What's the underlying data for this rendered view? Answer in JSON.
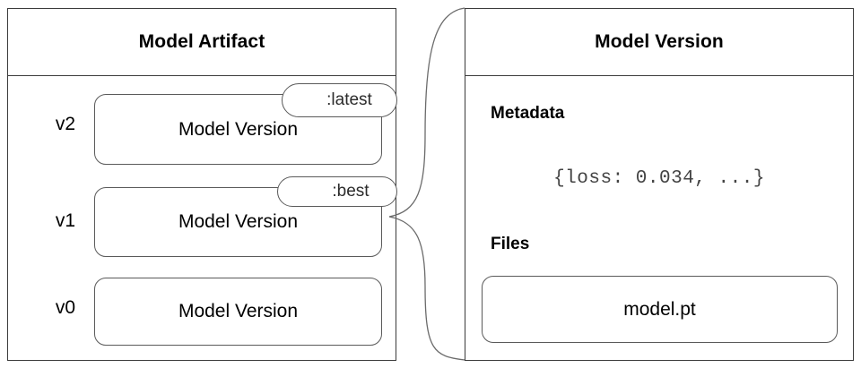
{
  "diagram": {
    "type": "two-panel-zoom-detail",
    "background_color": "#ffffff",
    "stroke_color": "#3b3b3b",
    "inner_stroke_color": "#5a5a5a"
  },
  "left_panel": {
    "title": "Model Artifact",
    "versions": [
      {
        "version_label": "v2",
        "box_label": "Model Version",
        "tag": ":latest"
      },
      {
        "version_label": "v1",
        "box_label": "Model Version",
        "tag": ":best"
      },
      {
        "version_label": "v0",
        "box_label": "Model Version",
        "tag": null
      }
    ]
  },
  "right_panel": {
    "title": "Model Version",
    "sections": [
      {
        "heading": "Metadata",
        "value": "{loss: 0.034, ...}"
      },
      {
        "heading": "Files",
        "file": "model.pt"
      }
    ]
  },
  "connector": {
    "name": "zoom-detail-connector",
    "source": "v1 Model Version box",
    "target": "Model Version detail panel"
  }
}
